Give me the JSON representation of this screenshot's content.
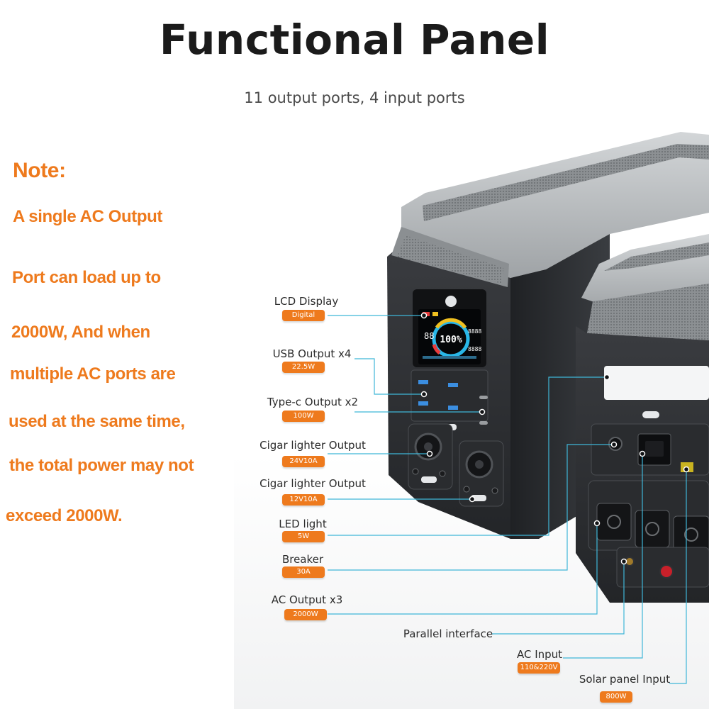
{
  "header": {
    "title": "Functional Panel",
    "subtitle": "11 output ports, 4 input ports"
  },
  "note": {
    "title": "Note:",
    "lines": [
      "A single AC Output",
      "Port  can load up to",
      "2000W, And when",
      "multiple AC ports are",
      "used at the same time,",
      "the total power may not",
      "exceed 2000W."
    ]
  },
  "callouts": [
    {
      "label": "LCD Display",
      "badge": "Digital"
    },
    {
      "label": "USB Output x4",
      "badge": "22.5W"
    },
    {
      "label": "Type-c Output x2",
      "badge": "100W"
    },
    {
      "label": "Cigar lighter Output",
      "badge": "24V10A"
    },
    {
      "label": "Cigar lighter Output",
      "badge": "12V10A"
    },
    {
      "label": "LED light",
      "badge": "5W"
    },
    {
      "label": "Breaker",
      "badge": "30A"
    },
    {
      "label": "AC Output x3",
      "badge": "2000W"
    },
    {
      "label": "Parallel interface"
    },
    {
      "label": "AC Input",
      "badge": "110&220V"
    },
    {
      "label": "Solar panel Input",
      "badge": "800W"
    }
  ],
  "display": {
    "battery_percent": "100%",
    "left_digits": "88",
    "right_digits_top": "8888",
    "right_digits_bottom": "8888"
  },
  "colors": {
    "accent": "#ee7a1d",
    "leader_line": "#3fb6d8",
    "device_body": "#2f3134",
    "device_top": "#b9bcbf"
  }
}
